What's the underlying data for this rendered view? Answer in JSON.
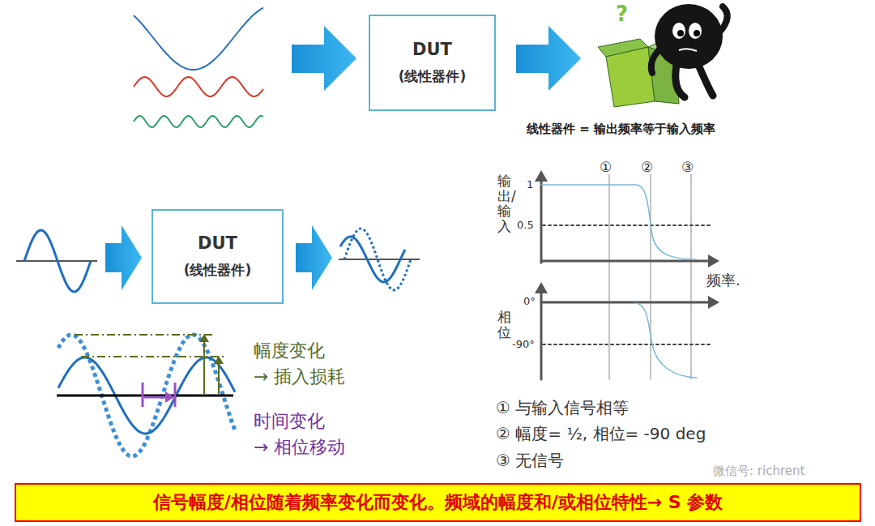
{
  "diagram": {
    "caption": "信号幅度/相位随着频率变化而变化。频域的幅度和/或相位特性→ S 参数",
    "nodes": [
      {
        "text": [
          "DUT",
          "(线性器件)"
        ]
      },
      {
        "text": [
          "DUT",
          "(线性器件)"
        ]
      },
      {
        "text": [
          "信号幅度/相位随着频率变化而变化。频域的幅度和/或相位特性→ S 参数"
        ]
      }
    ],
    "labels": [
      "?",
      "线性器件 = 输出频率等于输入频率",
      "幅度变化",
      "→ 插入损耗",
      "时间变化",
      "→ 相位移动",
      "①",
      "②",
      "③",
      "输出/输入",
      "1",
      "0.5",
      "频率.",
      "相位",
      "0°",
      "-90°",
      "① 与输入信号相等",
      "② 幅度= ½, 相位= -90 deg",
      "③ 无信号",
      "微信号: richrent"
    ]
  }
}
